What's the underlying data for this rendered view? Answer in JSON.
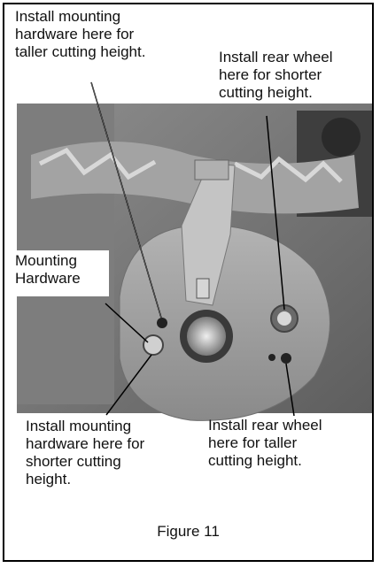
{
  "labels": {
    "top_left": [
      "Install mounting",
      "hardware here for",
      "taller cutting height."
    ],
    "top_right": [
      "Install rear wheel",
      "here for shorter",
      "cutting height."
    ],
    "mounting": [
      "Mounting",
      "Hardware"
    ],
    "bottom_left": [
      "Install mounting",
      "hardware here for",
      "shorter cutting",
      "height."
    ],
    "bottom_right": [
      "Install rear wheel",
      "here for taller",
      "cutting height."
    ]
  },
  "caption": "Figure 11"
}
